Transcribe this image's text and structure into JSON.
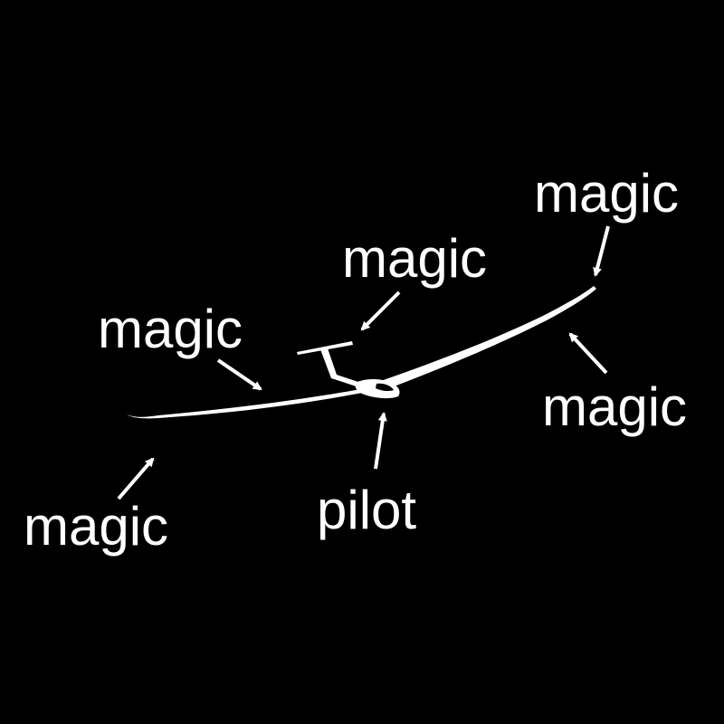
{
  "labels": {
    "top_right": "magic",
    "upper_mid": "magic",
    "left": "magic",
    "right": "magic",
    "bottom_left": "magic",
    "pilot": "pilot"
  },
  "icons": [
    "glider-icon",
    "arrow-icon"
  ],
  "colors": {
    "background": "#000000",
    "foreground": "#ffffff"
  }
}
